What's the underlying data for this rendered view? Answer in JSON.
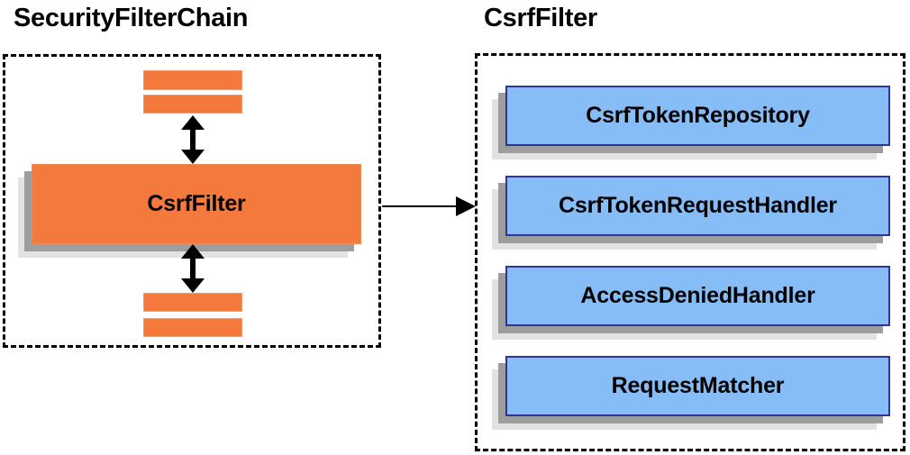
{
  "diagram": {
    "title_left": "SecurityFilterChain",
    "title_right": "CsrfFilter",
    "colors": {
      "orange_fill": "#f4793c",
      "orange_border": "#f08a52",
      "blue_fill": "#86bdf6",
      "blue_border": "#2a36a0",
      "shadow_dark": "#9d9d9d",
      "shadow_light": "#e2e2e2",
      "dashed_border": "#000000",
      "arrow": "#000000",
      "background": "#ffffff",
      "text": "#000000"
    }
  },
  "left_panel": {
    "title": "SecurityFilterChain",
    "top_strips": [
      {
        "name": "filter-strip-top-1"
      },
      {
        "name": "filter-strip-top-2"
      }
    ],
    "main_node": {
      "label": "CsrfFilter"
    },
    "bottom_strips": [
      {
        "name": "filter-strip-bottom-1"
      },
      {
        "name": "filter-strip-bottom-2"
      }
    ],
    "arrows": [
      {
        "name": "arrow-up-down-above-csrffilter",
        "type": "double-headed-vertical"
      },
      {
        "name": "arrow-up-down-below-csrffilter",
        "type": "double-headed-vertical"
      }
    ]
  },
  "connector": {
    "name": "connector-arrow",
    "type": "single-headed-horizontal",
    "from": "CsrfFilter",
    "to": "CsrfFilter"
  },
  "right_panel": {
    "title": "CsrfFilter",
    "collaborators": [
      {
        "label": "CsrfTokenRepository"
      },
      {
        "label": "CsrfTokenRequestHandler"
      },
      {
        "label": "AccessDeniedHandler"
      },
      {
        "label": "RequestMatcher"
      }
    ]
  }
}
